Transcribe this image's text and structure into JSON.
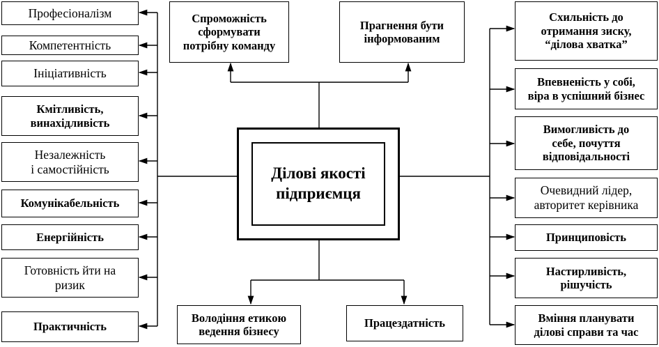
{
  "diagram": {
    "center": "Ділові якості\nпідприємця",
    "left_items": [
      "Професіоналізм",
      "Компетентність",
      "Ініціативність",
      "Кмітливість,\nвинахідливість",
      "Незалежність\nі самостійність",
      "Комунікабельність",
      "Енергійність",
      "Готовність йти на\nризик",
      "Практичність"
    ],
    "top_items": [
      "Спроможність\nсформувати\nпотрібну команду",
      "Прагнення бути\nінформованим"
    ],
    "bottom_items": [
      "Володіння етикою\nведення бізнесу",
      "Працездатність"
    ],
    "right_items": [
      "Схильність до\nотримання зиску,\n“ділова хватка”",
      "Впевненість у собі,\nвіра в успішний  бізнес",
      "Вимогливість до\nсебе, почуття\nвідповідальності",
      "Очевидний лідер,\nавторитет керівника",
      "Принциповість",
      "Настирливість,\nрішучість",
      "Вміння планувати\nділові справи та час"
    ]
  }
}
